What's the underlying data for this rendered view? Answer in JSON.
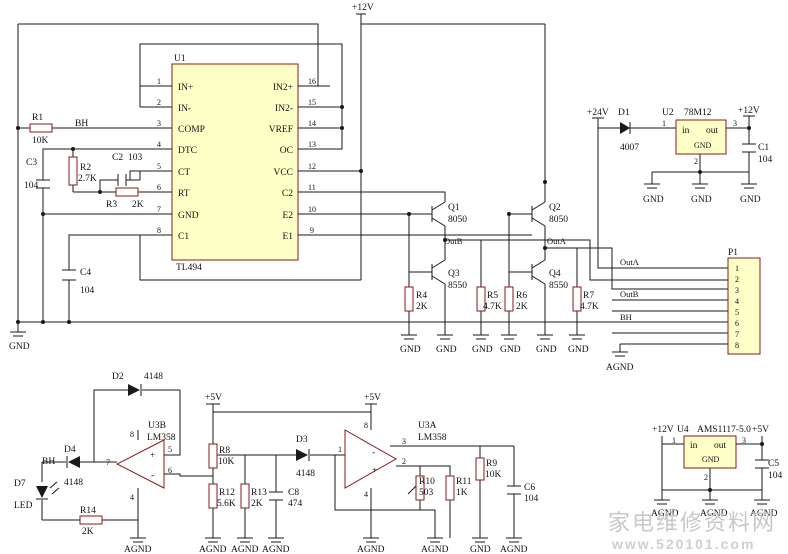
{
  "u1": {
    "ref": "U1",
    "part": "TL494",
    "left_pins": [
      {
        "num": "1",
        "name": "IN+"
      },
      {
        "num": "2",
        "name": "IN-"
      },
      {
        "num": "3",
        "name": "COMP"
      },
      {
        "num": "4",
        "name": "DTC"
      },
      {
        "num": "5",
        "name": "CT"
      },
      {
        "num": "6",
        "name": "RT"
      },
      {
        "num": "7",
        "name": "GND"
      },
      {
        "num": "8",
        "name": "C1"
      }
    ],
    "right_pins": [
      {
        "num": "16",
        "name": "IN2+"
      },
      {
        "num": "15",
        "name": "IN2-"
      },
      {
        "num": "14",
        "name": "VREF"
      },
      {
        "num": "13",
        "name": "OC"
      },
      {
        "num": "12",
        "name": "VCC"
      },
      {
        "num": "11",
        "name": "C2"
      },
      {
        "num": "10",
        "name": "E2"
      },
      {
        "num": "9",
        "name": "E1"
      }
    ]
  },
  "labels": {
    "v12_top": "+12V",
    "r1": "R1",
    "r1_val": "10K",
    "bh": "BH",
    "c3": "C3",
    "c3_val": "104",
    "r2": "R2",
    "r2_val": "2.7K",
    "c2": "C2",
    "c2_val": "103",
    "r3": "R3",
    "r3_val": "2K",
    "c4": "C4",
    "c4_val": "104",
    "gnd": "GND",
    "agnd": "AGND",
    "q1": "Q1",
    "q1_val": "8050",
    "q2": "Q2",
    "q2_val": "8050",
    "q3": "Q3",
    "q3_val": "8550",
    "q4": "Q4",
    "q4_val": "8550",
    "outb": "OutB",
    "outa": "OutA",
    "r4": "R4",
    "r4_val": "2K",
    "r5": "R5",
    "r5_val": "4.7K",
    "r6": "R6",
    "r6_val": "2K",
    "r7": "R7",
    "r7_val": "4.7K",
    "v24": "+24V",
    "d1": "D1",
    "d1_val": "4007",
    "u2": "U2",
    "u2_val": "78M12",
    "u2_in": "in",
    "u2_out": "out",
    "u2_gnd": "GND",
    "c1": "C1",
    "c1_val": "104",
    "p1": "P1",
    "p1_pins": [
      "1",
      "2",
      "3",
      "4",
      "5",
      "6",
      "7",
      "8"
    ],
    "d2": "D2",
    "d2_val": "4148",
    "v5": "+5V",
    "u3b": "U3B",
    "u3b_val": "LM358",
    "u3a": "U3A",
    "u3a_val": "LM358",
    "d4": "D4",
    "d4_val": "4148",
    "d7": "D7",
    "led": "LED",
    "r14": "R14",
    "r14_val": "2K",
    "r8": "R8",
    "r8_val": "10K",
    "r12": "R12",
    "r12_val": "5.6K",
    "r13": "R13",
    "r13_val": "2K",
    "c8": "C8",
    "c8_val": "474",
    "d3": "D3",
    "d3_val": "4148",
    "r10": "R10",
    "r10_val": "503",
    "r11": "R11",
    "r11_val": "1K",
    "r9": "R9",
    "r9_val": "10K",
    "c6": "C6",
    "c6_val": "104",
    "u4": "U4",
    "u4_val": "AMS1117-5.0",
    "c5": "C5",
    "c5_val": "104",
    "plus": "+",
    "minus": "-"
  },
  "watermark": {
    "cn": "家电维修资料网",
    "url": "www.520101.com"
  }
}
